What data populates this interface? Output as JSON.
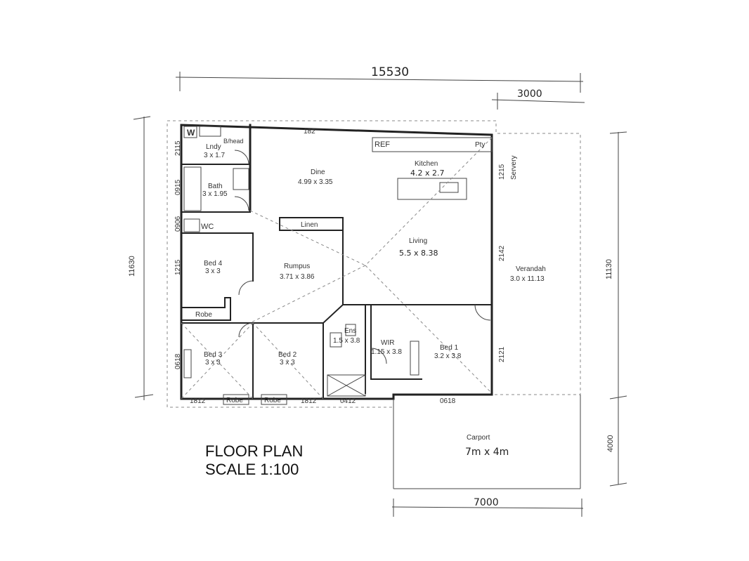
{
  "dims": {
    "overall_width": "15530",
    "verandah_width": "3000",
    "overall_depth": "11630",
    "right_depth": "11130",
    "carport_depth": "4000",
    "carport_width": "7000",
    "top_dim": "182",
    "left_2115": "2115",
    "left_0915": "0915",
    "left_0906": "0906",
    "left_1215": "1215",
    "left_0618": "0618",
    "bottom_1812a": "1812",
    "bottom_1812b": "1812",
    "bottom_0412": "0412",
    "bottom_0618": "0618",
    "right_1215": "1215",
    "right_2142": "2142",
    "right_2121": "2121"
  },
  "rooms": {
    "lndy": {
      "name": "Lndy",
      "size": "3 x 1.7"
    },
    "bhead": "B/head",
    "w": "W",
    "bath": {
      "name": "Bath",
      "size": "3 x 1.95"
    },
    "wc": "WC",
    "dine": {
      "name": "Dine",
      "size": "4.99 x 3.35"
    },
    "kitchen": {
      "name": "Kitchen",
      "size": "4.2 x 2.7"
    },
    "ref": "REF",
    "pty": "Pty",
    "servery": "Servery",
    "linen": "Linen",
    "living": {
      "name": "Living",
      "size": "5.5 x 8.38"
    },
    "bed4": {
      "name": "Bed 4",
      "size": "3 x 3"
    },
    "rumpus": {
      "name": "Rumpus",
      "size": "3.71 x 3.86"
    },
    "verandah": {
      "name": "Verandah",
      "size": "3.0 x 11.13"
    },
    "robe_bed4": "Robe",
    "ens": {
      "name": "Ens",
      "size": "1.5 x 3.8"
    },
    "wir": {
      "name": "WIR",
      "size": "1.15 x 3.8"
    },
    "bed1": {
      "name": "Bed 1",
      "size": "3.2 x 3.8"
    },
    "bed3": {
      "name": "Bed 3",
      "size": "3 x 3"
    },
    "bed2": {
      "name": "Bed 2",
      "size": "3 x 3"
    },
    "robe_bed3": "Robe",
    "robe_bed2": "Robe",
    "carport": {
      "name": "Carport",
      "size": "7m x 4m"
    }
  },
  "title": {
    "line1": "FLOOR PLAN",
    "line2": "SCALE 1:100"
  }
}
